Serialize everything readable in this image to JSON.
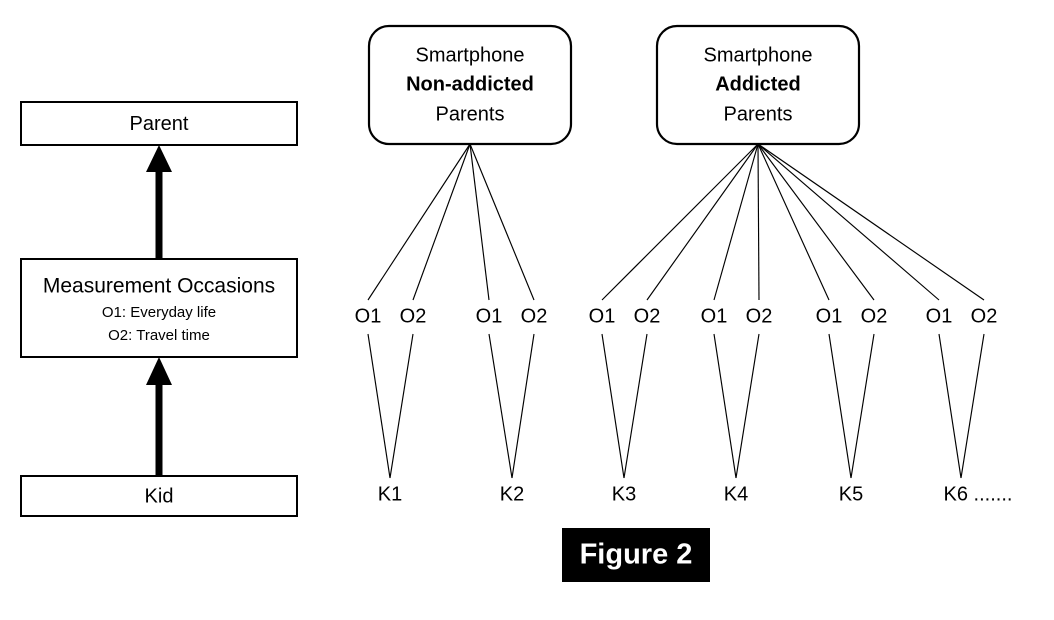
{
  "left_panel": {
    "levels": [
      {
        "id": "parent",
        "label": "Parent"
      },
      {
        "id": "measurement-occasions",
        "label": "Measurement Occasions",
        "sublabels": [
          "O1: Everyday life",
          "O2: Travel time"
        ]
      },
      {
        "id": "kid",
        "label": "Kid"
      }
    ],
    "arrows": [
      {
        "id": "kid-to-occasions",
        "direction": "up"
      },
      {
        "id": "occasions-to-parent",
        "direction": "up"
      }
    ]
  },
  "right_panel": {
    "groups": [
      {
        "id": "non-addicted",
        "line1": "Smartphone",
        "line2": "Non-addicted",
        "line3": "Parents",
        "line2_bold": true,
        "occasions": [
          "O1",
          "O2",
          "O1",
          "O2"
        ],
        "kids": [
          "K1",
          "K2"
        ]
      },
      {
        "id": "addicted",
        "line1": "Smartphone",
        "line2": "Addicted",
        "line3": "Parents",
        "line2_bold": true,
        "occasions": [
          "O1",
          "O2",
          "O1",
          "O2",
          "O1",
          "O2",
          "O1",
          "O2"
        ],
        "kids": [
          "K3",
          "K4",
          "K5",
          "K6 ......."
        ]
      }
    ]
  },
  "caption": {
    "text": "Figure 2",
    "background": "#000000",
    "color": "#ffffff"
  },
  "colors": {
    "stroke": "#000000",
    "background": "#ffffff"
  }
}
